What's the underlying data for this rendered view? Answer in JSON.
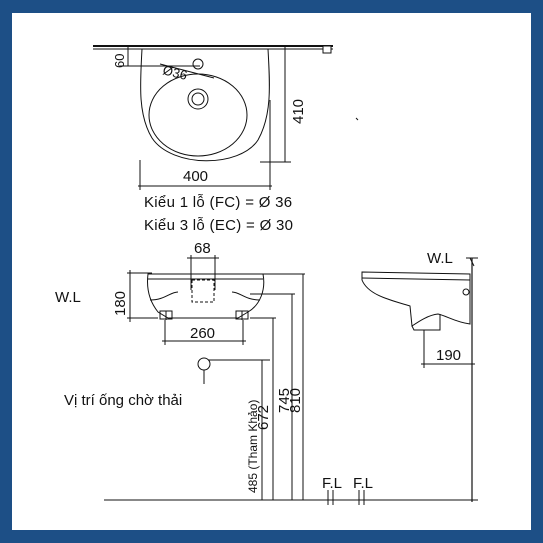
{
  "diagram": {
    "top_view": {
      "dim_60": "60",
      "dim_hole": "Ø36",
      "dim_410": "410",
      "dim_400": "400"
    },
    "captions": {
      "line1": "Kiểu 1 lỗ (FC) = Ø 36",
      "line2": "Kiểu 3 lỗ (EC) = Ø 30"
    },
    "front_view": {
      "dim_68": "68",
      "label_wl": "W.L",
      "dim_180": "180",
      "dim_260": "260",
      "pipe_label": "Vị trí ống chờ thải",
      "dim_485": "485 (Tham Khảo)",
      "dim_672": "672",
      "dim_745": "745",
      "dim_810": "810",
      "floor_label_1": "F.L",
      "floor_label_2": "F.L"
    },
    "side_view": {
      "label_wl": "W.L",
      "dim_190": "190"
    }
  },
  "colors": {
    "frame": "#1d4f86",
    "line": "#111111"
  }
}
